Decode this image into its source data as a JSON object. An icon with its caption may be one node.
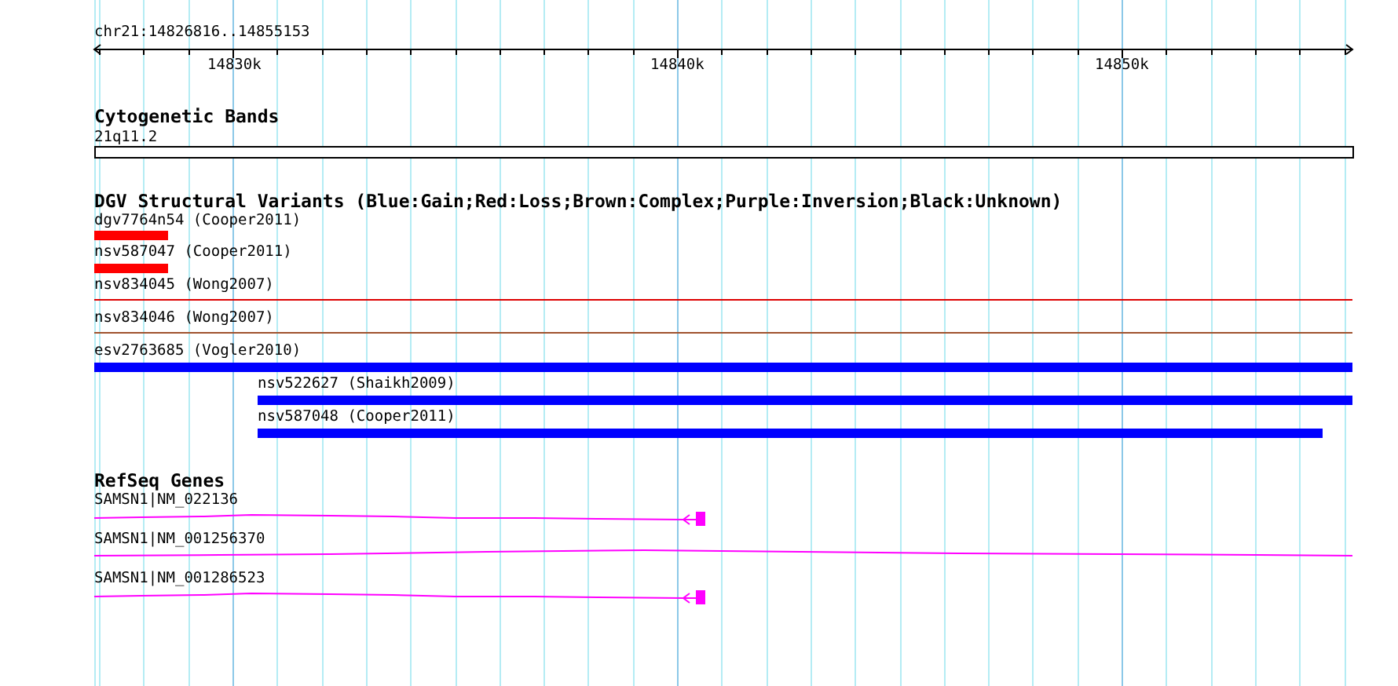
{
  "diagram": {
    "nodes": [
      {
        "text": [
          "dgv7764n54 (Cooper2011)"
        ]
      },
      {
        "text": [
          "nsv587047 (Cooper2011)"
        ]
      },
      {
        "text": [
          "nsv834045 (Wong2007)"
        ]
      },
      {
        "text": [
          "nsv834046 (Wong2007)"
        ]
      },
      {
        "text": [
          "esv2763685 (Vogler2010)"
        ]
      },
      {
        "text": [
          "nsv522627 (Shaikh2009)"
        ]
      },
      {
        "text": [
          "nsv587048 (Cooper2011)"
        ]
      },
      {
        "text": [
          "SAMSN1|NM_022136"
        ]
      },
      {
        "text": [
          "SAMSN1|NM_001256370"
        ]
      },
      {
        "text": [
          "SAMSN1|NM_001286523"
        ]
      }
    ],
    "labels": [
      "chr21:14826816..14855153",
      "14830k",
      "14840k",
      "14850k",
      "Cytogenetic Bands",
      "21q11.2",
      "DGV Structural Variants (Blue:Gain;Red:Loss;Brown:Complex;Purple:Inversion;Black:Unknown)",
      "RefSeq Genes"
    ]
  }
}
